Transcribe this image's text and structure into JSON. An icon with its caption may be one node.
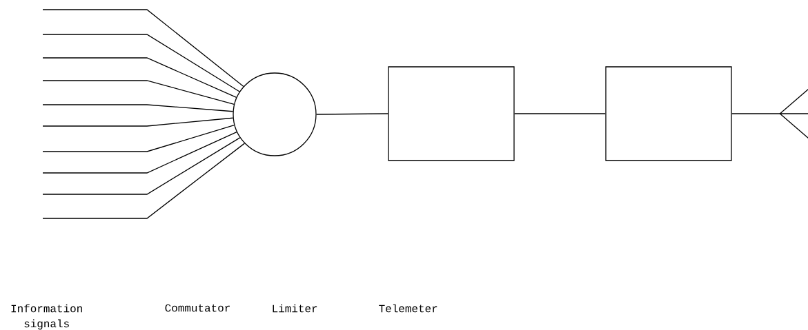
{
  "diagram": {
    "nodes": [
      {
        "text": [],
        "shape": "circle"
      },
      {
        "text": [],
        "shape": "box"
      },
      {
        "text": [],
        "shape": "box"
      },
      {
        "text": [],
        "shape": "picture"
      }
    ],
    "edges": [
      {
        "from": null,
        "to": 0,
        "arrow": "none"
      },
      {
        "from": null,
        "to": 0,
        "arrow": "none"
      },
      {
        "from": null,
        "to": 0,
        "arrow": "none"
      },
      {
        "from": null,
        "to": 0,
        "arrow": "none"
      },
      {
        "from": null,
        "to": 0,
        "arrow": "none"
      },
      {
        "from": null,
        "to": 0,
        "arrow": "none"
      },
      {
        "from": null,
        "to": 0,
        "arrow": "none"
      },
      {
        "from": null,
        "to": 0,
        "arrow": "none"
      },
      {
        "from": null,
        "to": 0,
        "arrow": "none"
      },
      {
        "from": null,
        "to": 0,
        "arrow": "none"
      },
      {
        "from": 0,
        "to": 1,
        "arrow": "none"
      },
      {
        "from": 1,
        "to": 2,
        "arrow": "none"
      },
      {
        "from": 2,
        "to": 3,
        "arrow": "none"
      }
    ],
    "labels": [
      "Information signals",
      "Commutator",
      "Limiter",
      "Telemeter"
    ]
  }
}
